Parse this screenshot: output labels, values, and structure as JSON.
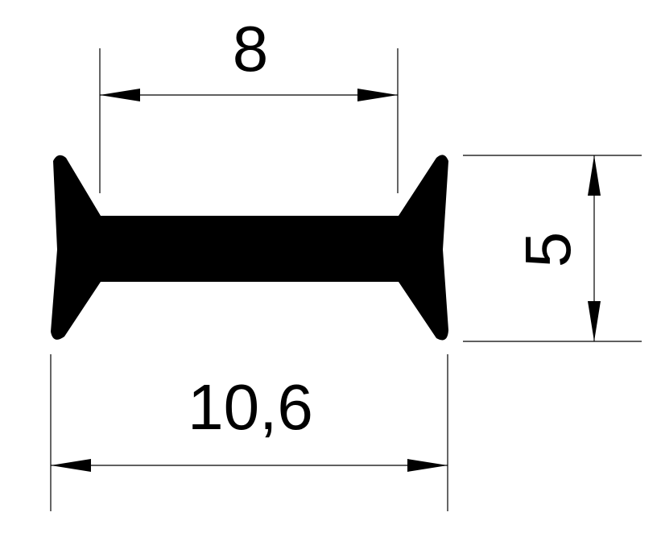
{
  "drawing": {
    "dimensions": {
      "inner_width": "8",
      "height": "5",
      "overall_width": "10,6"
    },
    "colors": {
      "profile": "#000000",
      "background": "#ffffff"
    }
  }
}
